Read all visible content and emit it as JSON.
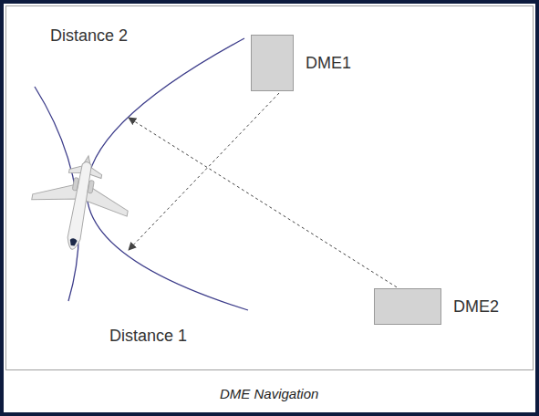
{
  "diagram": {
    "caption": "DME Navigation",
    "nodes": [
      {
        "text": [
          "DME1"
        ]
      },
      {
        "text": [
          "DME2"
        ]
      }
    ],
    "labels": [
      "Distance 2",
      "Distance 1"
    ]
  }
}
